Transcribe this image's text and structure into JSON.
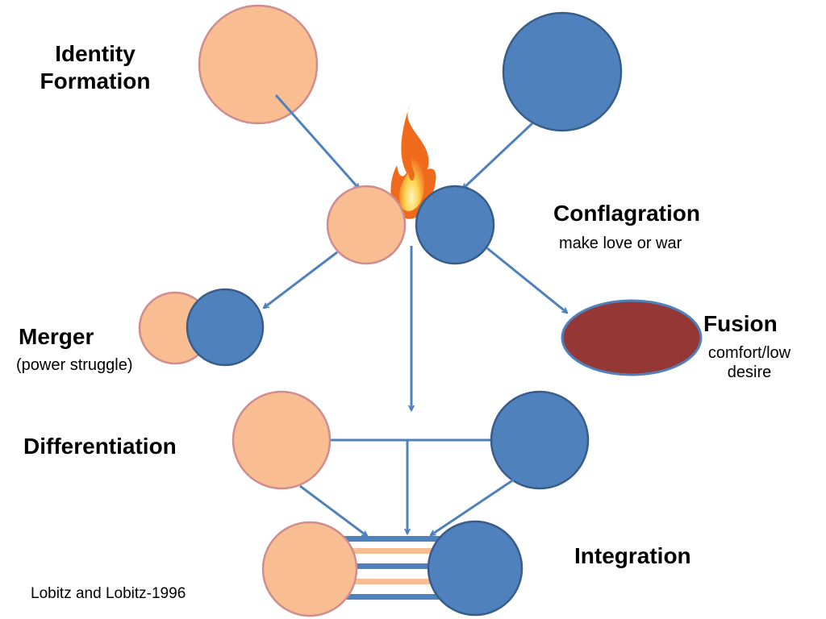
{
  "labels": {
    "identity_formation": "Identity\nFormation",
    "conflagration": "Conflagration",
    "conflagration_sub": "make love or war",
    "merger": "Merger",
    "merger_sub": "(power struggle)",
    "fusion": "Fusion",
    "fusion_sub": "comfort/low\ndesire",
    "differentiation": "Differentiation",
    "integration": "Integration",
    "citation": "Lobitz and Lobitz-1996"
  },
  "colors": {
    "peach_fill": "#F8BE91",
    "peach_stroke": "#D08C8E",
    "blue_fill": "#4F81BD",
    "blue_stroke": "#385D8A",
    "fusion_fill": "#953735",
    "arrow": "#4F81BD",
    "flame_outer": "#F06A1C",
    "flame_inner": "#FFD34E"
  }
}
